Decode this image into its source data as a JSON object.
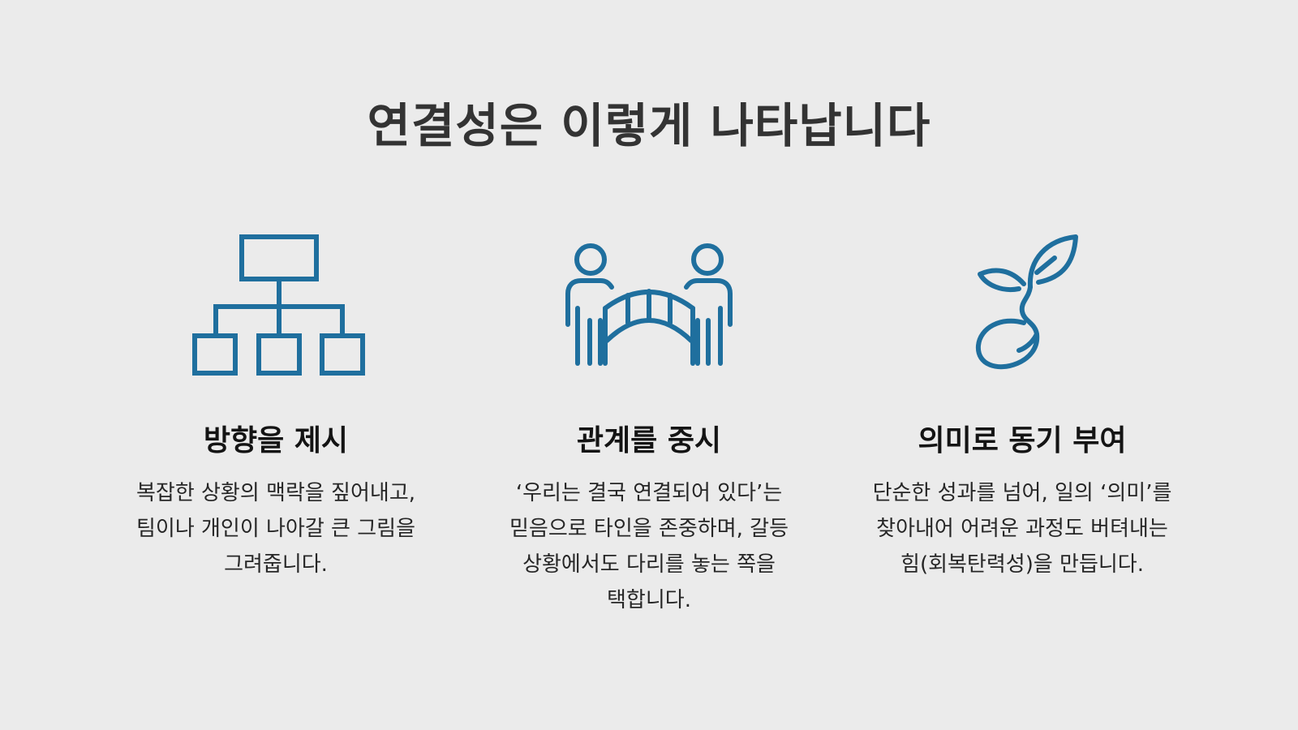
{
  "slide": {
    "title": "연결성은 이렇게 나타납니다",
    "colors": {
      "background": "#ebebeb",
      "icon_blue": "#1f6f9e",
      "title_text": "#333333",
      "heading_text": "#141414",
      "body_text": "#262626"
    },
    "columns": [
      {
        "icon": "org-chart-icon",
        "heading": "방향을 제시",
        "lines": [
          "복잡한 상황의 맥락을 짚어내고,",
          "팀이나 개인이 나아갈 큰 그림을",
          "그려줍니다."
        ]
      },
      {
        "icon": "people-bridge-icon",
        "heading": "관계를 중시",
        "lines": [
          "‘우리는 결국 연결되어 있다’는",
          "믿음으로 타인을 존중하며, 갈등",
          "상황에서도 다리를 놓는 쪽을",
          "택합니다."
        ]
      },
      {
        "icon": "sprout-icon",
        "heading": "의미로 동기 부여",
        "lines": [
          "단순한 성과를 넘어, 일의 ‘의미’를",
          "찾아내어 어려운 과정도 버텨내는",
          "힘(회복탄력성)을 만듭니다."
        ]
      }
    ]
  }
}
